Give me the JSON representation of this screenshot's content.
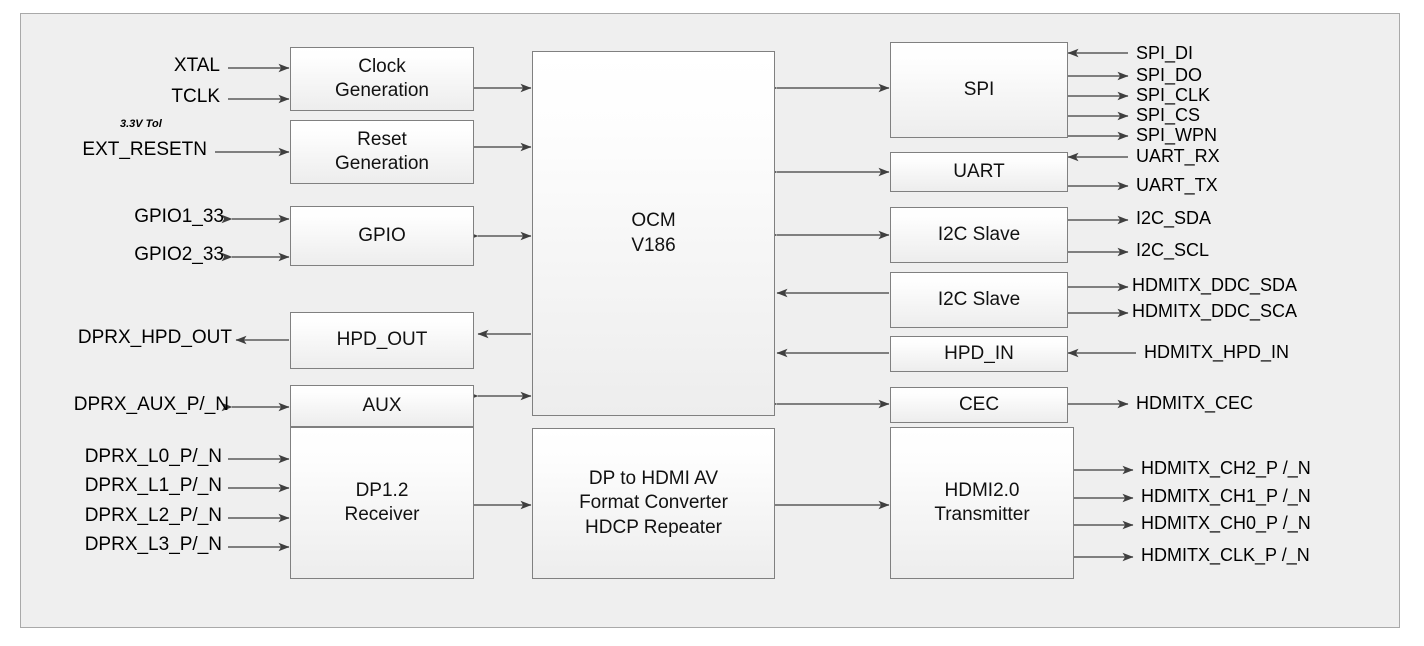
{
  "diagram": {
    "title": "DP to HDMI converter block diagram",
    "background_color": "#efefef",
    "frame_border_color": "#a9a9a9",
    "block_border_color": "#808080",
    "wire_color": "#5a5a5a",
    "arrow_color": "#3f3f3f"
  },
  "blocks": {
    "clock_generation": "Clock\nGeneration",
    "clock_generation_line1": "Clock",
    "clock_generation_line2": "Generation",
    "reset_generation_line1": "Reset",
    "reset_generation_line2": "Generation",
    "gpio": "GPIO",
    "hpd_out": "HPD_OUT",
    "aux": "AUX",
    "dp_receiver_line1": "DP1.2",
    "dp_receiver_line2": "Receiver",
    "ocm_line1": "OCM",
    "ocm_line2": "V186",
    "converter_line1": "DP to HDMI AV",
    "converter_line2": "Format Converter",
    "converter_line3": "HDCP Repeater",
    "spi": "SPI",
    "uart": "UART",
    "i2c_slave_1": "I2C Slave",
    "i2c_slave_2": "I2C Slave",
    "hpd_in": "HPD_IN",
    "cec": "CEC",
    "hdmi_tx_line1": "HDMI2.0",
    "hdmi_tx_line2": "Transmitter"
  },
  "left_signals": {
    "xtal": "XTAL",
    "tclk": "TCLK",
    "ext_resetn": "EXT_RESETN",
    "ext_resetn_note": "3.3V Tol",
    "gpio1_33": "GPIO1_33",
    "gpio2_33": "GPIO2_33",
    "dprx_hpd_out": "DPRX_HPD_OUT",
    "dprx_aux": "DPRX_AUX_P/_N",
    "dprx_l0": "DPRX_L0_P/_N",
    "dprx_l1": "DPRX_L1_P/_N",
    "dprx_l2": "DPRX_L2_P/_N",
    "dprx_l3": "DPRX_L3_P/_N"
  },
  "right_signals": {
    "spi_di": "SPI_DI",
    "spi_do": "SPI_DO",
    "spi_clk": "SPI_CLK",
    "spi_cs": "SPI_CS",
    "spi_wpn": "SPI_WPN",
    "uart_rx": "UART_RX",
    "uart_tx": "UART_TX",
    "i2c_sda": "I2C_SDA",
    "i2c_scl": "I2C_SCL",
    "hdmitx_ddc_sda": "HDMITX_DDC_SDA",
    "hdmitx_ddc_sca": "HDMITX_DDC_SCA",
    "hdmitx_hpd_in": "HDMITX_HPD_IN",
    "hdmitx_cec": "HDMITX_CEC",
    "hdmitx_ch2": "HDMITX_CH2_P /_N",
    "hdmitx_ch1": "HDMITX_CH1_P /_N",
    "hdmitx_ch0": "HDMITX_CH0_P /_N",
    "hdmitx_clk": "HDMITX_CLK_P /_N"
  }
}
